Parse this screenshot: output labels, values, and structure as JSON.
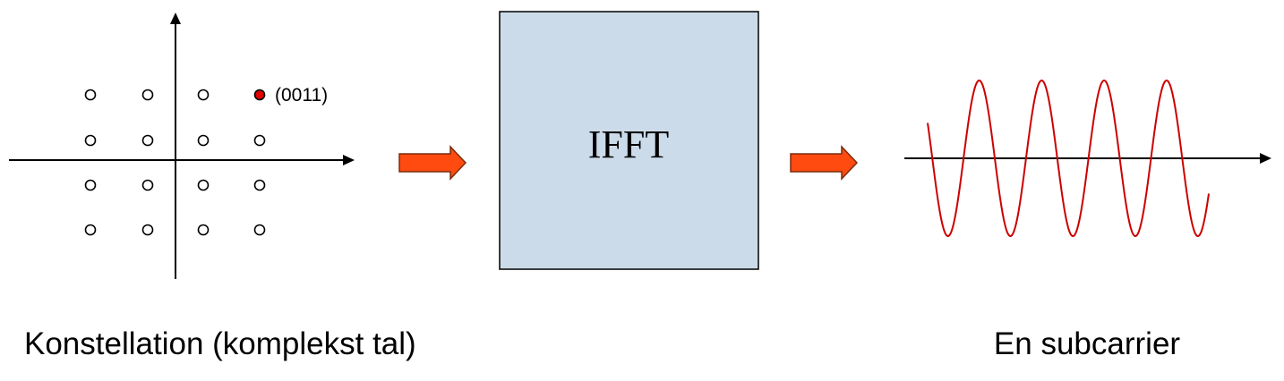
{
  "constellation": {
    "grid": [
      4,
      4
    ],
    "highlighted_point": {
      "col": 3,
      "row": 0
    },
    "point_label": "(0011)",
    "caption": "Konstellation (komplekst tal)"
  },
  "transform_block": {
    "label": "IFFT"
  },
  "subcarrier": {
    "visible_periods": 4.5,
    "caption": "En subcarrier"
  },
  "colors": {
    "axis": "#000000",
    "point_outline": "#000000",
    "highlight_point": "#e00000",
    "arrow_fill": "#ff4a10",
    "arrow_outline": "#7a2d0e",
    "box_fill": "#ccdbe9",
    "box_border": "#000000",
    "wave": "#cc0000"
  },
  "icons": {
    "flow_arrow": "right-block-arrow"
  }
}
